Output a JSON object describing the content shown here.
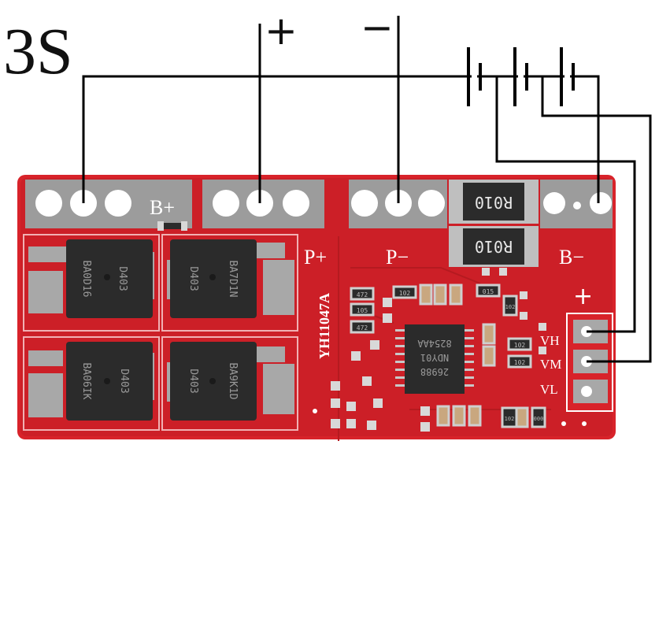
{
  "diagram": {
    "title": "3S",
    "terminal_plus_sign": "+",
    "terminal_minus_sign": "−",
    "board_labels": {
      "b_plus": "B+",
      "p_plus": "P+",
      "p_minus": "P−",
      "b_minus": "B−",
      "connector_plus": "+",
      "vh": "VH",
      "vm": "VM",
      "vl": "VL",
      "model": "YH11047A"
    },
    "shunt_resistor_marking": "R010",
    "mosfets": [
      {
        "text_top": "D403",
        "text_bottom": "BA0D16"
      },
      {
        "text_top": "D403",
        "text_bottom": "BA7D1N"
      },
      {
        "text_top": "D403",
        "text_bottom": "BA06IK"
      },
      {
        "text_top": "D403",
        "text_bottom": "BA9K1D"
      }
    ],
    "ic": {
      "line1": "8254AA",
      "line2": "NDY01",
      "line3": "26988"
    },
    "small_parts": [
      "472",
      "105",
      "472",
      "102",
      "015",
      "102",
      "102",
      "102",
      "102",
      "000"
    ],
    "colors": {
      "board": "#d8232a",
      "pad": "#9c9c9c",
      "hole": "#ffffff",
      "component": "#2b2b2b",
      "wire": "#000000"
    }
  }
}
